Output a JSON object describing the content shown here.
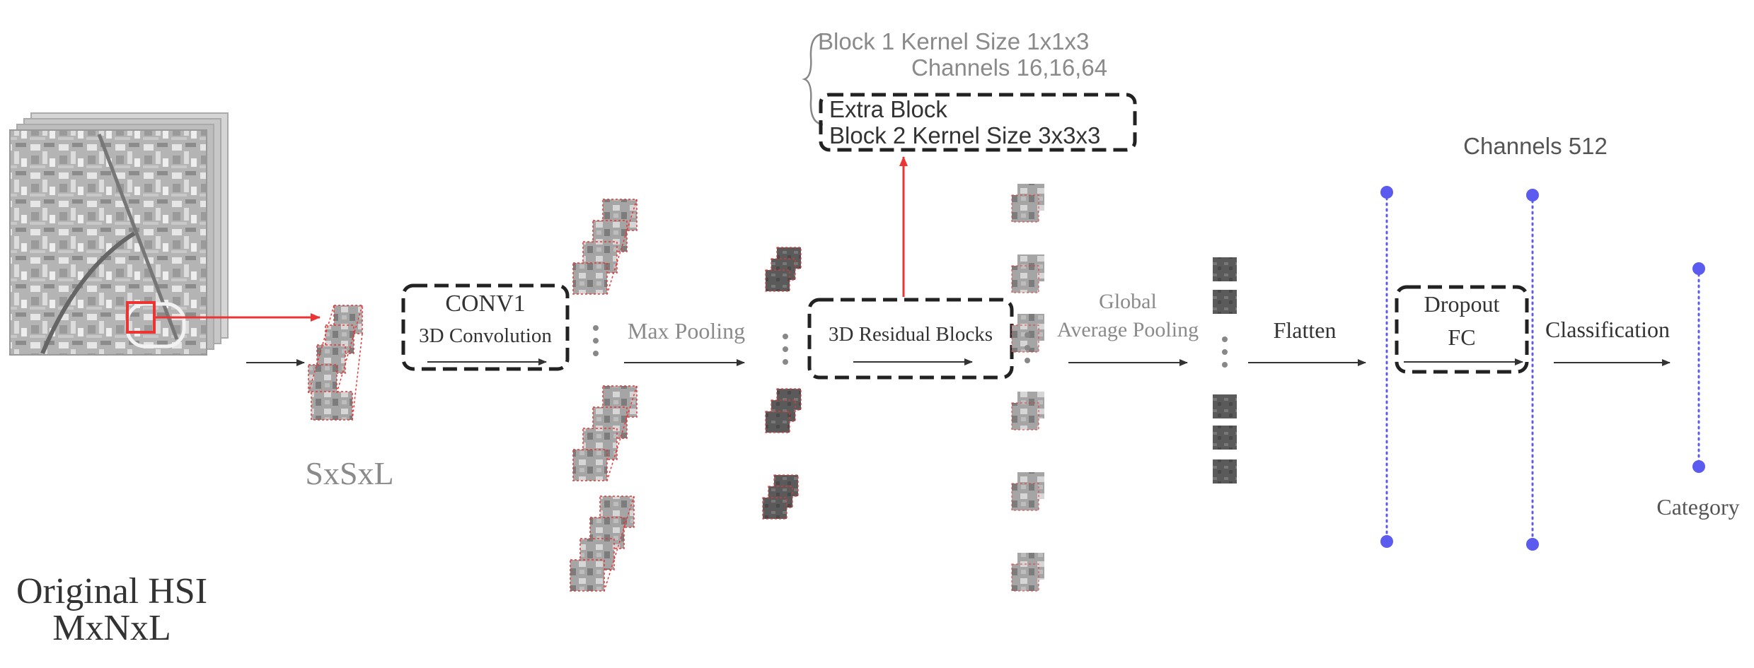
{
  "labels": {
    "original_hsi": "Original HSI",
    "dims_mnl": "MxNxL",
    "patch_size": "SxSxL",
    "conv1_title": "CONV1",
    "conv1_sub": "3D Convolution",
    "max_pooling": "Max Pooling",
    "residual_blocks": "3D Residual Blocks",
    "global": "Global",
    "average_pooling": "Average Pooling",
    "flatten": "Flatten",
    "dropout": "Dropout",
    "fc": "FC",
    "classification": "Classification",
    "category": "Category",
    "channels_512": "Channels 512"
  },
  "block_info": {
    "block1_kernel": "Block 1 Kernel Size 1x1x3",
    "block1_channels": "Channels 16,16,64",
    "extra_block": "Extra Block",
    "block2_kernel": "Block 2 Kernel Size 3x3x3"
  },
  "colors": {
    "accent_red": "#ee3333",
    "neuron_blue": "#5b5bf0",
    "label_gray": "#8a8a8a"
  }
}
